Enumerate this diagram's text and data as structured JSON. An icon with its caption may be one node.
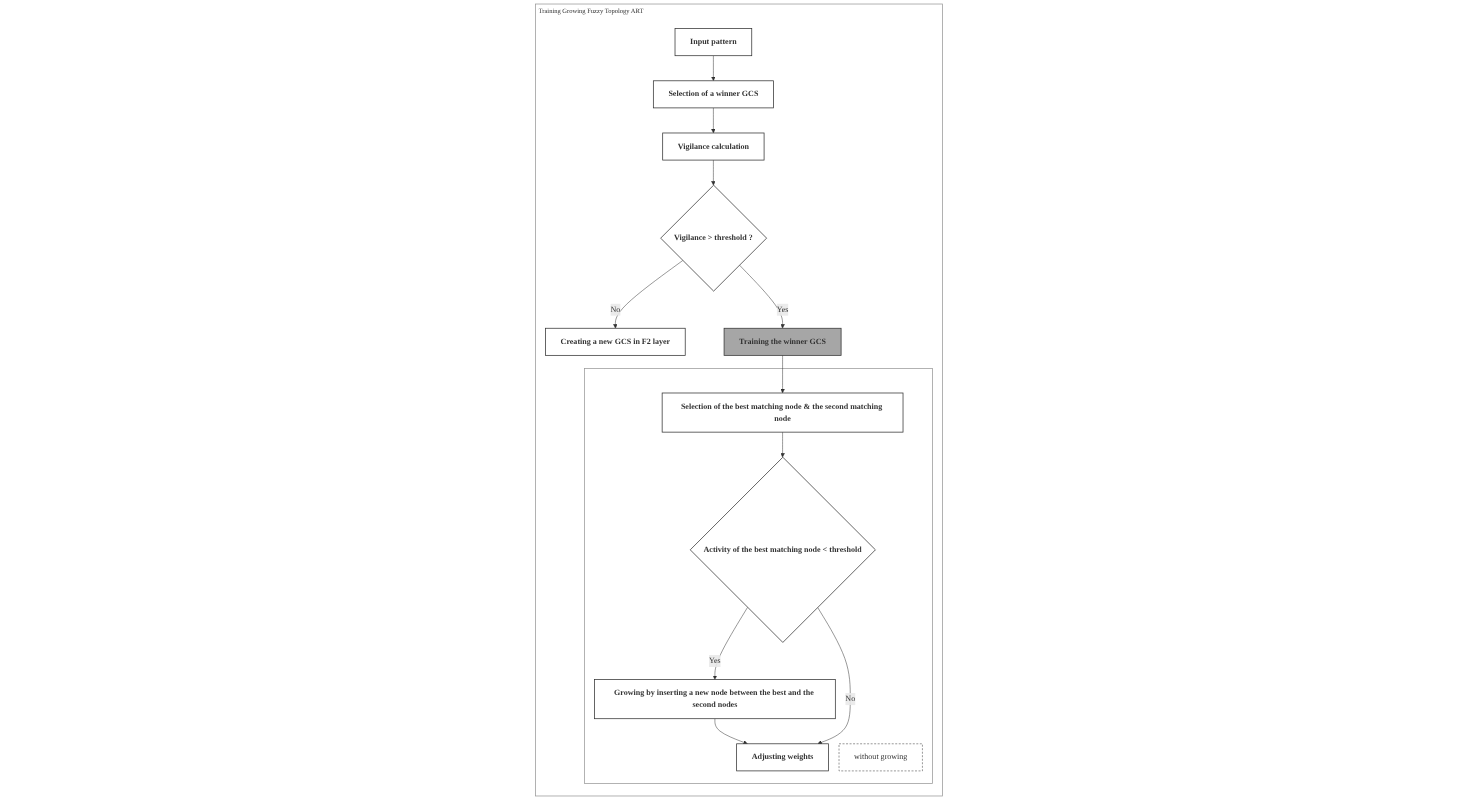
{
  "diagram": {
    "nodes": [
      {
        "text": [
          "Training Growing Fuzzy Topology ART"
        ]
      },
      {
        "text": [
          "Input pattern"
        ],
        "in": 0
      },
      {
        "text": [
          "Selection of a winner GCS"
        ],
        "in": 0
      },
      {
        "text": [
          "Vigilance calculation"
        ],
        "in": 0
      },
      {
        "text": [
          "Vigilance > threshold ?"
        ],
        "in": 0
      },
      {
        "text": [
          "Training the winner GCS"
        ],
        "in": 0
      },
      {
        "text": [
          "Creating a new GCS in F2 layer"
        ],
        "in": 0
      },
      {
        "text": [],
        "shape": "box",
        "in": 0
      },
      {
        "text": [
          "Selection of the best matching node & the second matching node"
        ],
        "in": 7
      },
      {
        "text": [
          "Activity of the best matching node < threshold"
        ],
        "in": 7
      },
      {
        "text": [
          "Growing by inserting a new node between the best and the second nodes"
        ],
        "in": 7
      },
      {
        "text": [
          "Adjusting weights"
        ],
        "in": 7
      },
      {
        "text": [
          "without growing"
        ],
        "in": 7
      }
    ],
    "edges": [
      {
        "from": 1,
        "to": 2,
        "arrow": "to"
      },
      {
        "from": 2,
        "to": 3,
        "arrow": "to"
      },
      {
        "from": 3,
        "to": 4,
        "arrow": "to"
      },
      {
        "from": 4,
        "to": 6,
        "arrow": "to",
        "label": "No"
      },
      {
        "from": 4,
        "to": 5,
        "arrow": "to",
        "label": "Yes"
      },
      {
        "from": 5,
        "to": 8,
        "arrow": "to"
      },
      {
        "from": 8,
        "to": 9,
        "arrow": "to"
      },
      {
        "from": 9,
        "to": 10,
        "arrow": "to",
        "label": "Yes"
      },
      {
        "from": 10,
        "to": 11,
        "arrow": "to"
      },
      {
        "from": 9,
        "to": 11,
        "arrow": "to",
        "label": "No"
      }
    ]
  }
}
